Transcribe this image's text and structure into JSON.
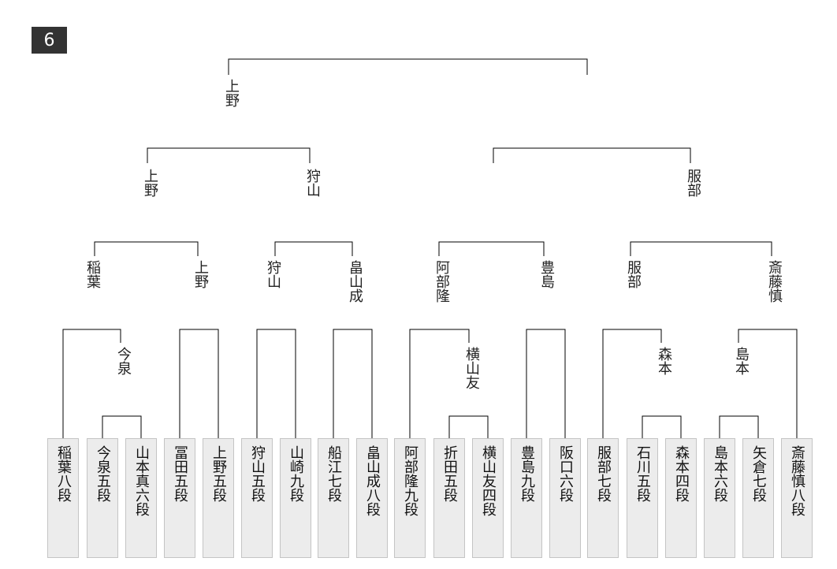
{
  "badge": "6",
  "players": [
    "稲葉八段",
    "今泉五段",
    "山本真六段",
    "冨田五段",
    "上野五段",
    "狩山五段",
    "山崎九段",
    "船江七段",
    "畠山成八段",
    "阿部隆九段",
    "折田五段",
    "横山友四段",
    "豊島九段",
    "阪口六段",
    "服部七段",
    "石川五段",
    "森本四段",
    "島本六段",
    "矢倉七段",
    "斎藤慎八段"
  ],
  "winners": {
    "round1": [
      "今泉",
      "横山友",
      "森本",
      "島本"
    ],
    "round2": [
      "稲葉",
      "上野",
      "狩山",
      "畠山成",
      "阿部隆",
      "豊島",
      "服部",
      "斎藤慎"
    ],
    "quarter": [
      "上野",
      "狩山",
      "服部"
    ],
    "semi": "上野"
  }
}
